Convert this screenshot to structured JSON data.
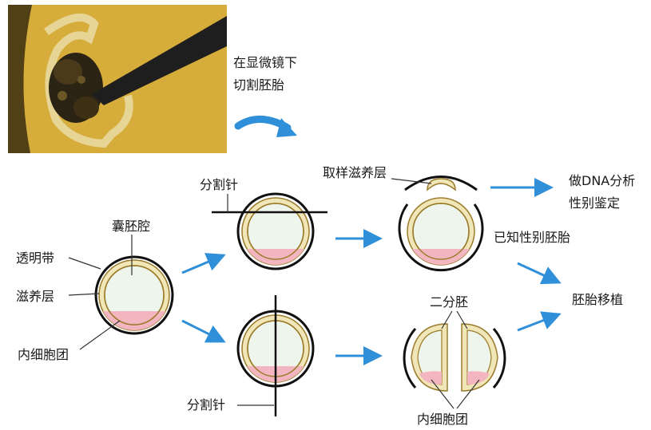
{
  "photo_caption": [
    "在显微镜下",
    "切割胚胎"
  ],
  "labels": {
    "zona": "透明带",
    "blastocoel": "囊胚腔",
    "trophoblast": "滋养层",
    "icm": "内细胞团",
    "needle_top": "分割针",
    "needle_bottom": "分割针",
    "sample_troph": "取样滋养层",
    "dna": [
      "做DNA分析",
      "性别鉴定"
    ],
    "known_sex": "已知性别胚胎",
    "two_halves": "二分胚",
    "transfer": "胚胎移植",
    "icm_bottom": "内细胞团"
  },
  "colors": {
    "arrow": "#2f8fd8",
    "ring_fill": "#f1e6b8",
    "ring_stroke": "#9a7b2a",
    "cavity": "#eef5ec",
    "icm": "#f3b5bf",
    "photo_bg": "#d6ac3a"
  }
}
